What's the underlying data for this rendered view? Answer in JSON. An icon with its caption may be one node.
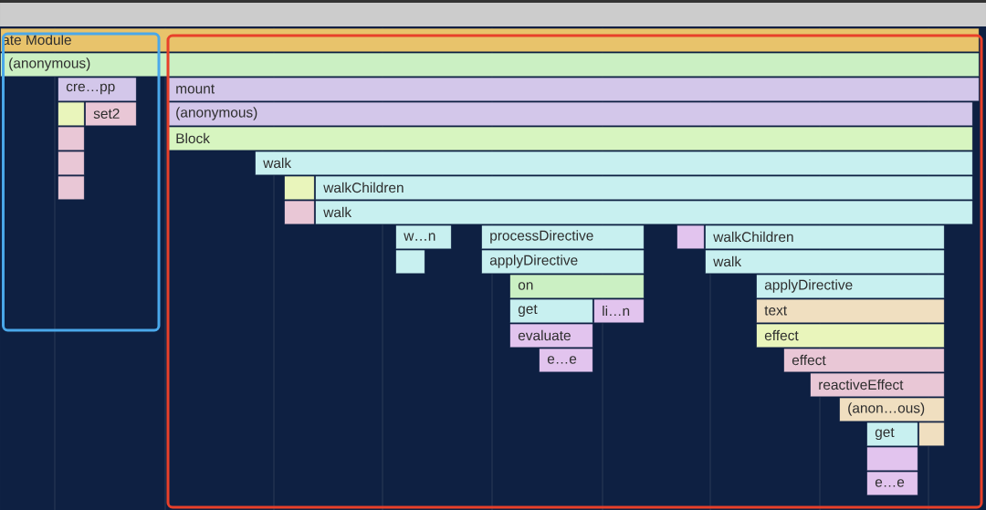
{
  "diagram": {
    "nodes": [
      {
        "text": [
          "ate Module"
        ]
      },
      {
        "text": [
          "(anonymous)"
        ]
      },
      {
        "text": [
          "cre…pp"
        ]
      },
      {
        "text": [
          "mount"
        ]
      },
      {
        "text": [],
        "shape": "bar"
      },
      {
        "text": [
          "set2"
        ]
      },
      {
        "text": [
          "(anonymous)"
        ]
      },
      {
        "text": [],
        "shape": "bar"
      },
      {
        "text": [
          "Block"
        ]
      },
      {
        "text": [],
        "shape": "bar"
      },
      {
        "text": [
          "walk"
        ]
      },
      {
        "text": [],
        "shape": "bar"
      },
      {
        "text": [],
        "shape": "bar"
      },
      {
        "text": [
          "walkChildren"
        ]
      },
      {
        "text": [],
        "shape": "bar"
      },
      {
        "text": [
          "walk"
        ]
      },
      {
        "text": [
          "w…n"
        ]
      },
      {
        "text": [
          "processDirective"
        ]
      },
      {
        "text": [],
        "shape": "bar"
      },
      {
        "text": [
          "walkChildren"
        ]
      },
      {
        "text": [],
        "shape": "bar"
      },
      {
        "text": [
          "applyDirective"
        ]
      },
      {
        "text": [
          "walk"
        ]
      },
      {
        "text": [
          "on"
        ]
      },
      {
        "text": [
          "applyDirective"
        ]
      },
      {
        "text": [
          "get"
        ]
      },
      {
        "text": [
          "li…n"
        ]
      },
      {
        "text": [
          "text"
        ]
      },
      {
        "text": [
          "evaluate"
        ]
      },
      {
        "text": [
          "effect"
        ]
      },
      {
        "text": [
          "e…e"
        ]
      },
      {
        "text": [
          "effect"
        ]
      },
      {
        "text": [
          "reactiveEffect"
        ]
      },
      {
        "text": [
          "(anon…ous)"
        ]
      },
      {
        "text": [
          "get"
        ]
      },
      {
        "text": [],
        "shape": "bar"
      },
      {
        "text": [],
        "shape": "bar"
      },
      {
        "text": [
          "e…e"
        ]
      }
    ]
  }
}
